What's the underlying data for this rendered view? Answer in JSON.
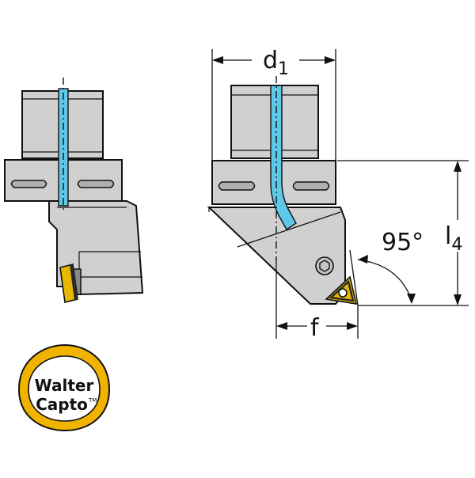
{
  "dimensions": {
    "d1": {
      "symbol": "d",
      "subscript": "1"
    },
    "l4": {
      "symbol": "l",
      "subscript": "4"
    },
    "f": {
      "symbol": "f"
    },
    "angle": "95°"
  },
  "logo": {
    "line1": "Walter",
    "line2": "Capto",
    "trademark": "TM"
  },
  "colors": {
    "body_fill": "#d0d0d0",
    "body_shade": "#b8b8b8",
    "outline": "#111111",
    "coolant": "#5ec8e8",
    "insert_gold": "#e8b800",
    "insert_dark": "#2a2a2a",
    "logo_ring": "#f0b400",
    "logo_inner": "#ffffff"
  }
}
